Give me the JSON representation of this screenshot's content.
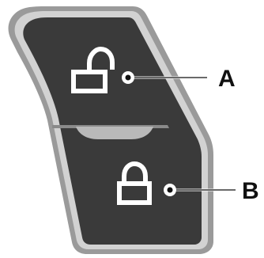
{
  "diagram": {
    "buttons": [
      {
        "id": "unlock",
        "icon": "unlock-icon",
        "callout": "A"
      },
      {
        "id": "lock",
        "icon": "lock-icon",
        "callout": "B"
      }
    ]
  },
  "colors": {
    "body": "#3a3a3a",
    "rim_outer": "#9a9a9a",
    "rim_inner": "#d2d2d2",
    "icon": "#ffffff",
    "line": "#111111"
  }
}
